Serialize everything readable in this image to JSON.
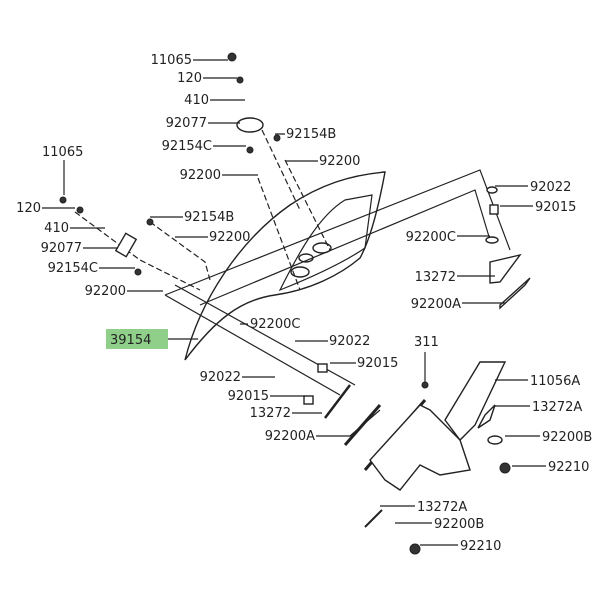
{
  "diagram": {
    "highlighted_part": "39154",
    "highlight_color": "#8fcf8a",
    "labels": {
      "top_11065": "11065",
      "top_120": "120",
      "top_410": "410",
      "top_92077": "92077",
      "top_92154C": "92154C",
      "top_92200": "92200",
      "top_92154B": "92154B",
      "top_92200b": "92200",
      "left_11065": "11065",
      "left_120": "120",
      "left_410": "410",
      "left_92077": "92077",
      "left_92154C": "92154C",
      "left_92200": "92200",
      "left_92154B": "92154B",
      "left_92200b": "92200",
      "part_39154": "39154",
      "mid_92200C": "92200C",
      "mid_92022": "92022",
      "mid_92015": "92015",
      "low_92022": "92022",
      "low_92015": "92015",
      "low_13272": "13272",
      "low_92200A": "92200A",
      "r_92022": "92022",
      "r_92015": "92015",
      "r_92200C": "92200C",
      "r_13272": "13272",
      "r_92200A": "92200A",
      "p_311": "311",
      "p_11056A": "11056A",
      "p_13272A": "13272A",
      "p_92200B": "92200B",
      "p_92210": "92210",
      "b_13272A": "13272A",
      "b_92200B": "92200B",
      "b_92210": "92210"
    }
  }
}
